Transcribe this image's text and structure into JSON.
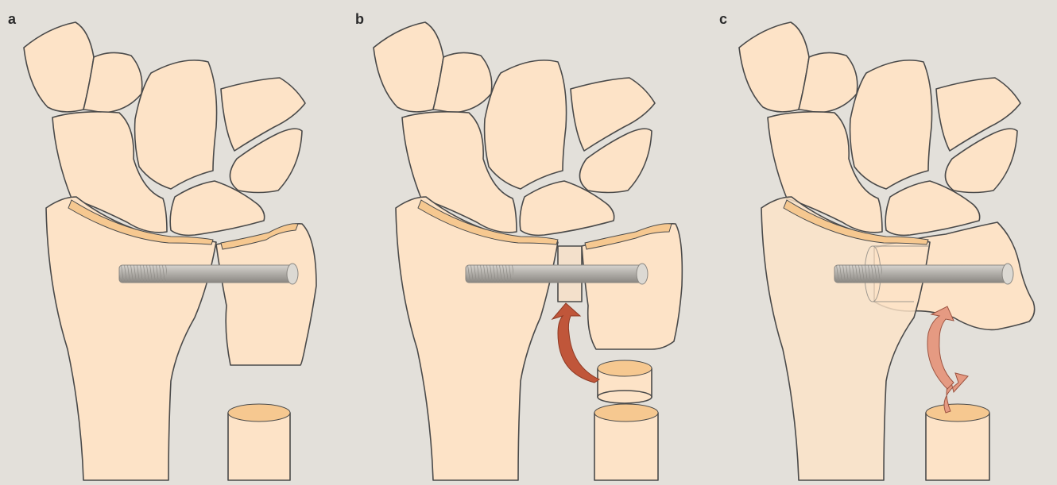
{
  "panels": [
    {
      "label": "a",
      "variant": "base"
    },
    {
      "label": "b",
      "variant": "graft"
    },
    {
      "label": "c",
      "variant": "shortened"
    }
  ],
  "colors": {
    "background": "#e3e0da",
    "bone_fill": "#fde3c7",
    "bone_stroke": "#4a4a4a",
    "cartilage": "#f6c890",
    "screw": "#b8b5b0",
    "screw_dark": "#8e8b86",
    "arrow_b": "#c0563a",
    "arrow_c": "#e59a82"
  },
  "icons": {
    "screw": "screw-icon",
    "arrow": "curved-arrow-icon"
  }
}
